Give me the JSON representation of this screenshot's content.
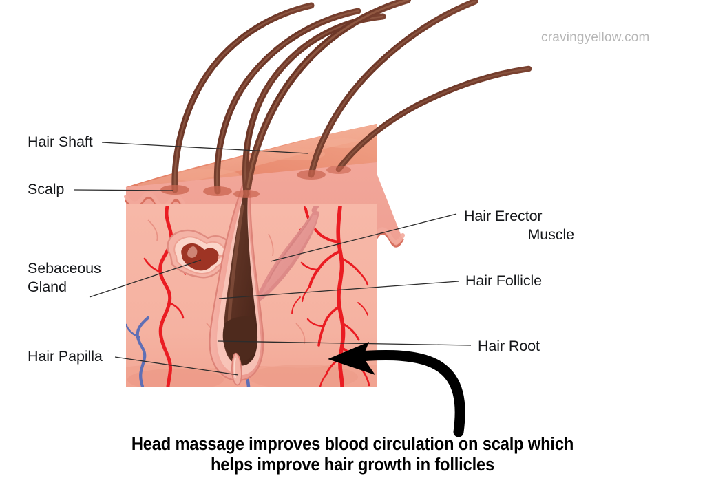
{
  "watermark": "cravingyellow.com",
  "caption": {
    "line1": "Head massage improves blood circulation on scalp which",
    "line2": "helps improve hair growth in follicles"
  },
  "labels": {
    "left": [
      {
        "id": "hair-shaft",
        "text": "Hair Shaft"
      },
      {
        "id": "scalp",
        "text": "Scalp"
      },
      {
        "id": "sebaceous-gland",
        "text": "Sebaceous\nGland"
      },
      {
        "id": "hair-papilla",
        "text": "Hair Papilla"
      }
    ],
    "right": [
      {
        "id": "hair-erector-muscle",
        "line1": "Hair Erector",
        "line2": "Muscle"
      },
      {
        "id": "hair-follicle",
        "text": "Hair Follicle"
      },
      {
        "id": "hair-root",
        "text": "Hair Root"
      }
    ]
  },
  "colors": {
    "background": "#ffffff",
    "skin_top": "#e8846b",
    "skin_top_light": "#ef9e86",
    "epidermis": "#f0a294",
    "epidermis_band": "#e98d84",
    "dermis": "#f6b5a5",
    "subcutaneous": "#f3a896",
    "hair_dark": "#5d3226",
    "hair_mid": "#8a4a37",
    "follicle_sheath": "#f0a79d",
    "bulb": "#5b3223",
    "erector_muscle": "#df8e8c",
    "sebaceous": "#9e3424",
    "artery": "#ea1c22",
    "vein": "#5f6fb5",
    "leader_line": "#2c2c2c",
    "text": "#15171a",
    "watermark": "#b6b6b6",
    "arrow": "#000000"
  },
  "diagram": {
    "title": "Cross-section of scalp skin showing hair follicle anatomy",
    "arrow": {
      "name": "blood-flow-arrow",
      "points_to": "hair root blood vessels",
      "color": "#000000"
    },
    "hair_shaft_count": 6
  }
}
